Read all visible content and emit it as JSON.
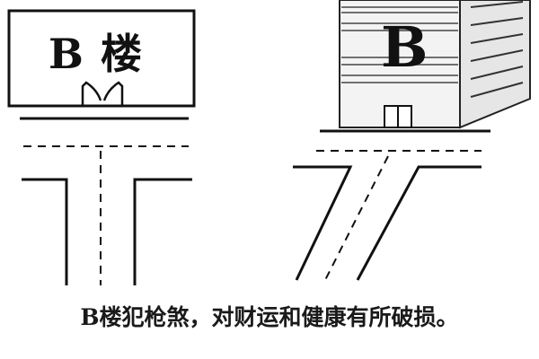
{
  "left_diagram": {
    "building_label": "B",
    "building_label_suffix": "楼"
  },
  "right_diagram": {
    "building_label": "B"
  },
  "caption": "B楼犯枪煞，对财运和健康有所破损。"
}
